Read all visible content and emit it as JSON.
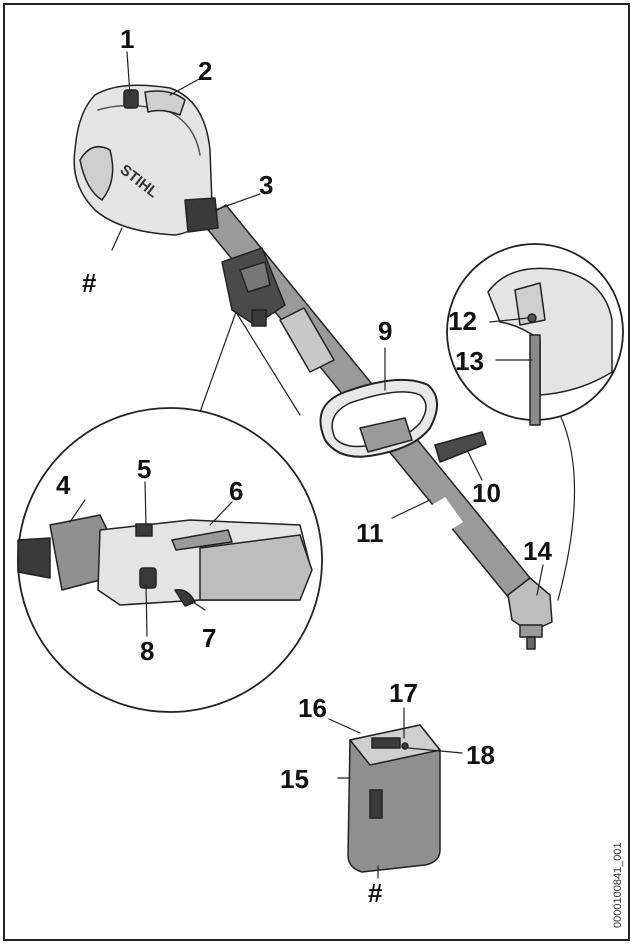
{
  "callouts": {
    "c1": "1",
    "c2": "2",
    "c3": "3",
    "c4": "4",
    "c5": "5",
    "c6": "6",
    "c7": "7",
    "c8": "8",
    "c9": "9",
    "c10": "10",
    "c11": "11",
    "c12": "12",
    "c13": "13",
    "c14": "14",
    "c15": "15",
    "c16": "16",
    "c17": "17",
    "c18": "18",
    "hash_motor": "#",
    "hash_battery": "#"
  },
  "brand_text": "STIHL",
  "document_id": "0000100841_001",
  "colors": {
    "outline": "#222222",
    "housing": "#e4e4e4",
    "shaft": "#9a9a9a",
    "dark_part": "#3a3a3a",
    "grip": "#bdbdbd"
  }
}
